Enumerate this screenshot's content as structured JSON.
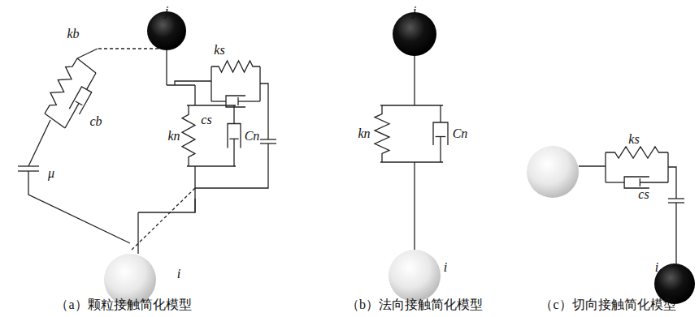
{
  "diagram": {
    "labels": [
      "j",
      "kb",
      "cb",
      "μ",
      "kn",
      "Cn",
      "ks",
      "cs",
      "i",
      "j",
      "kn",
      "Cn",
      "i",
      "ks",
      "cs",
      "i",
      "（a）颗粒接触简化模型",
      "（b）法向接触简化模型",
      "（c）切向接触简化模型"
    ]
  }
}
